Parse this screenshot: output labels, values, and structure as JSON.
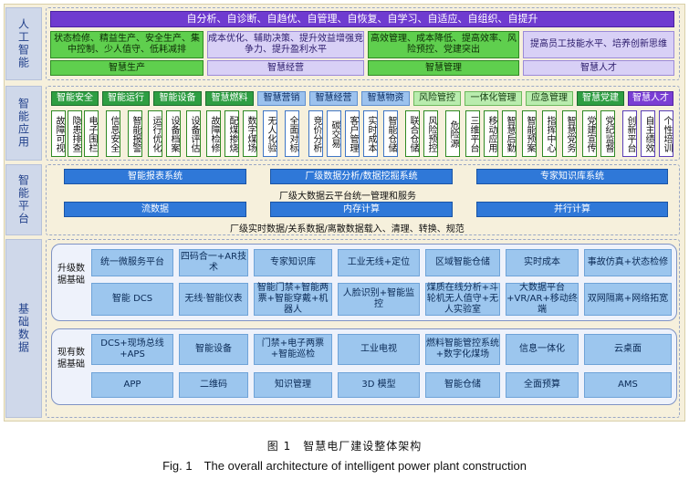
{
  "ai": {
    "label": "人工智能",
    "top_bar": "自分析、自诊断、自趋优、自管理、自恢复、自学习、自适应、自组织、自提升",
    "goals": [
      {
        "text": "状态检修、精益生产、安全生产、集中控制、少人值守、低耗减排",
        "name": "智慧生产"
      },
      {
        "text": "成本优化、辅助决策、提升效益增强竞争力、提升盈利水平",
        "name": "智慧经营"
      },
      {
        "text": "高效管理、成本降低、提高效率、风险预控、党建突出",
        "name": "智慧管理"
      },
      {
        "text": "提高员工技能水平、培养创新思维",
        "name": "智慧人才"
      }
    ]
  },
  "app": {
    "label": "智能应用",
    "headers": [
      "智能安全",
      "智能运行",
      "智能设备",
      "智慧燃料",
      "智慧营销",
      "智慧经营",
      "智慧物资",
      "风险管控",
      "一体化管理",
      "应急管理",
      "智慧党建",
      "智慧人才"
    ],
    "cells": [
      "故障可视",
      "隐患排查",
      "电子围栏",
      "信息安全",
      "智能报警",
      "运行优化",
      "设备档案",
      "设备评估",
      "故障检修",
      "配煤掺烧",
      "数字煤场",
      "无人化验",
      "全面对标",
      "竞价分析",
      "碳交易",
      "客户管理",
      "实时成本",
      "智能仓储",
      "联合仓储",
      "风险预控",
      "危险源",
      "三维平台",
      "移动应用",
      "智慧后勤",
      "智能预案",
      "指挥中心",
      "智慧党务",
      "党建宣传",
      "党纪监督",
      "创新平台",
      "自主绩效",
      "个性培训"
    ]
  },
  "platform": {
    "label": "智能平台",
    "row1": [
      "智能报表系统",
      "厂级数据分析/数据挖掘系统",
      "专家知识库系统"
    ],
    "cloud": "厂级大数据云平台统一管理和服务",
    "row2": [
      "流数据",
      "内存计算",
      "并行计算"
    ],
    "footer": "厂级实时数据/关系数据/离散数据载入、清理、转换、规范"
  },
  "basic": {
    "label": "基础数据",
    "upgrade": {
      "label": "升级数据基础",
      "row1": [
        "统一微服务平台",
        "四码合一+AR技术",
        "专家知识库",
        "工业无线+定位",
        "区域智能仓储",
        "实时成本",
        "事故仿真+状态检修"
      ],
      "row2": [
        "智能 DCS",
        "无线·智能仪表",
        "智能门禁+智能两票+智能穿戴+机器人",
        "人脸识别+智能监控",
        "煤质在线分析+斗轮机无人值守+无人实验室",
        "大数据平台+VR/AR+移动终端",
        "双网隔离+网络拓宽"
      ]
    },
    "existing": {
      "label": "现有数据基础",
      "row1": [
        "DCS+现场总线+APS",
        "智能设备",
        "门禁+电子两票+智能巡检",
        "工业电视",
        "燃料智能管控系统+数字化煤场",
        "信息一体化",
        "云桌面"
      ],
      "row2": [
        "APP",
        "二维码",
        "知识管理",
        "3D 模型",
        "智能仓储",
        "全面预算",
        "AMS"
      ]
    }
  },
  "caption": {
    "cn": "图 1　智慧电厂建设整体架构",
    "en": "Fig. 1　The overall architecture of intelligent power plant construction"
  }
}
